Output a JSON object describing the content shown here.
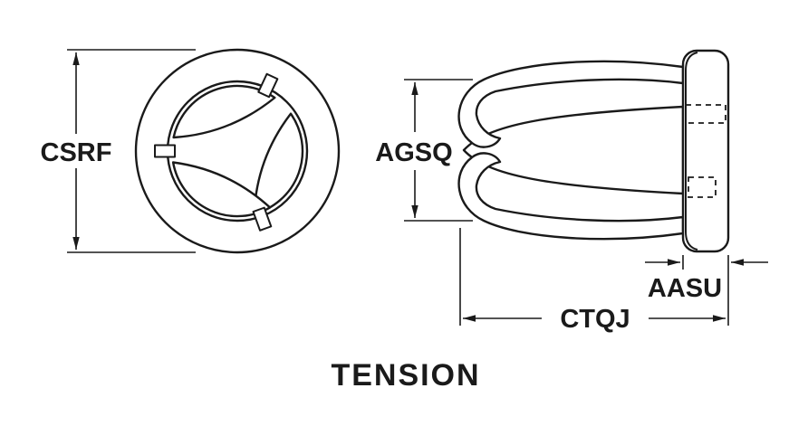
{
  "title": "TENSION",
  "dimensions": {
    "csrf": "CSRF",
    "agsq": "AGSQ",
    "aasu": "AASU",
    "ctqj": "CTQJ"
  },
  "colors": {
    "line": "#1a1a1a",
    "background": "#ffffff"
  }
}
